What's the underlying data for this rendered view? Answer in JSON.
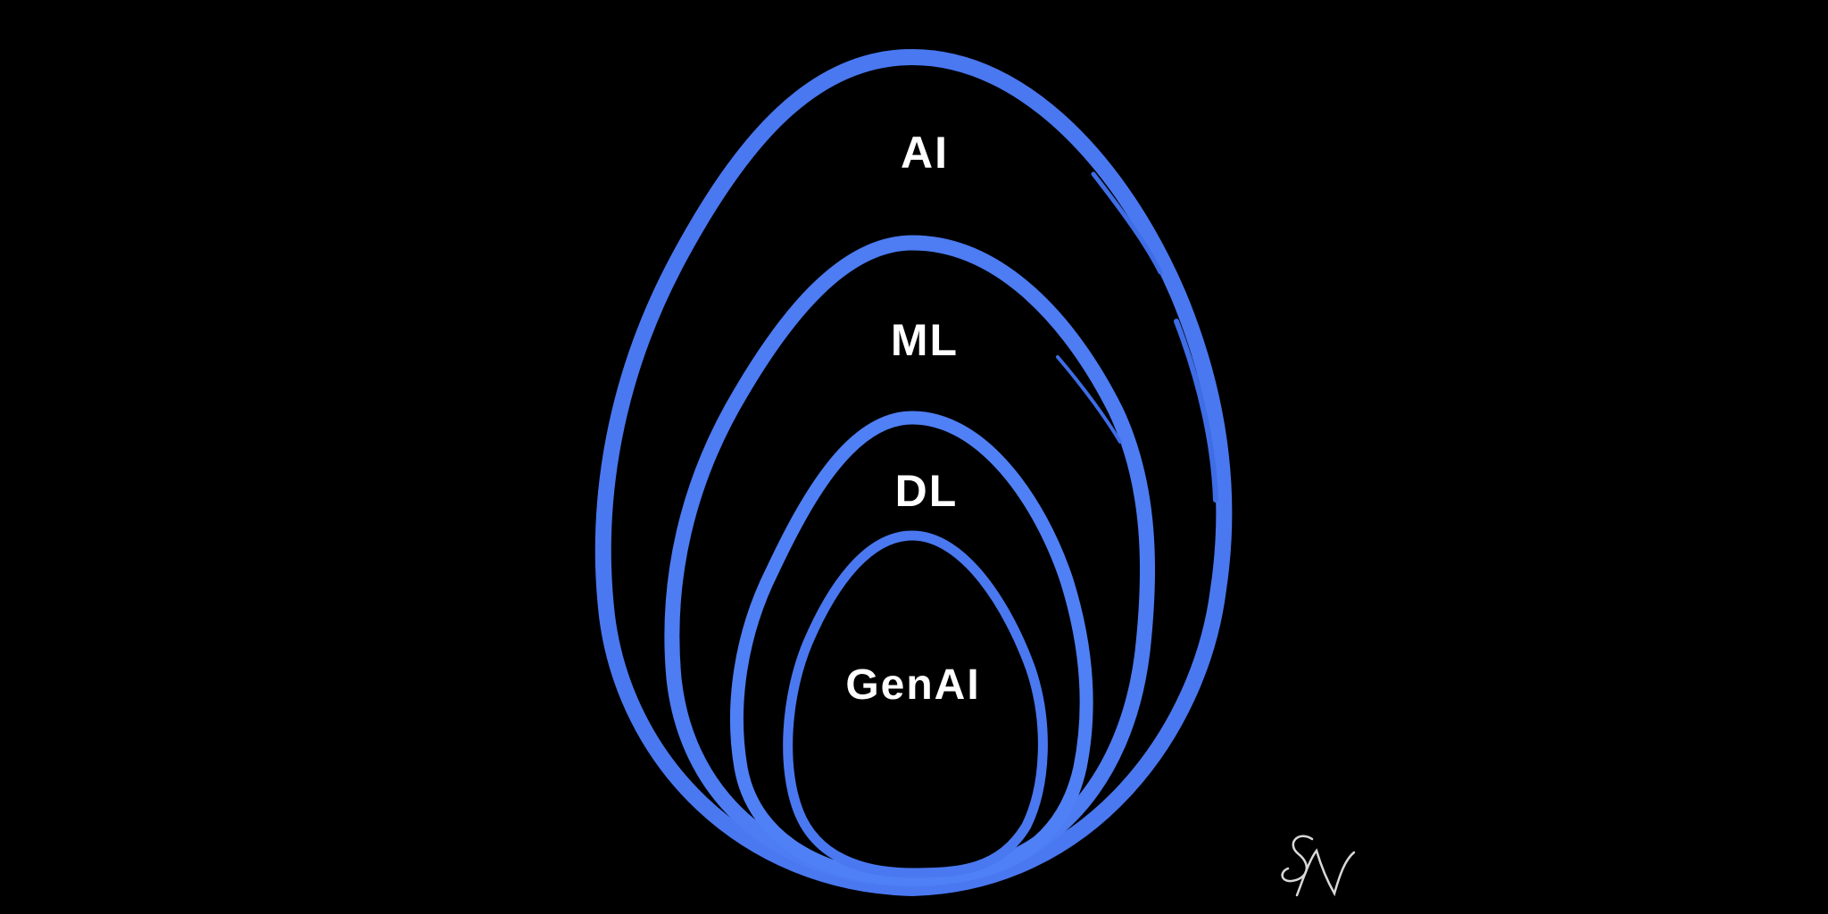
{
  "diagram": {
    "background_color": "#000000",
    "stroke_color": "#4a78f0",
    "label_color": "#ffffff",
    "layers": [
      {
        "id": "ai",
        "label": "AI"
      },
      {
        "id": "ml",
        "label": "ML"
      },
      {
        "id": "dl",
        "label": "DL"
      },
      {
        "id": "genai",
        "label": "GenAI"
      }
    ]
  },
  "signature": {
    "text": "SN",
    "color": "#d8d8d8"
  }
}
